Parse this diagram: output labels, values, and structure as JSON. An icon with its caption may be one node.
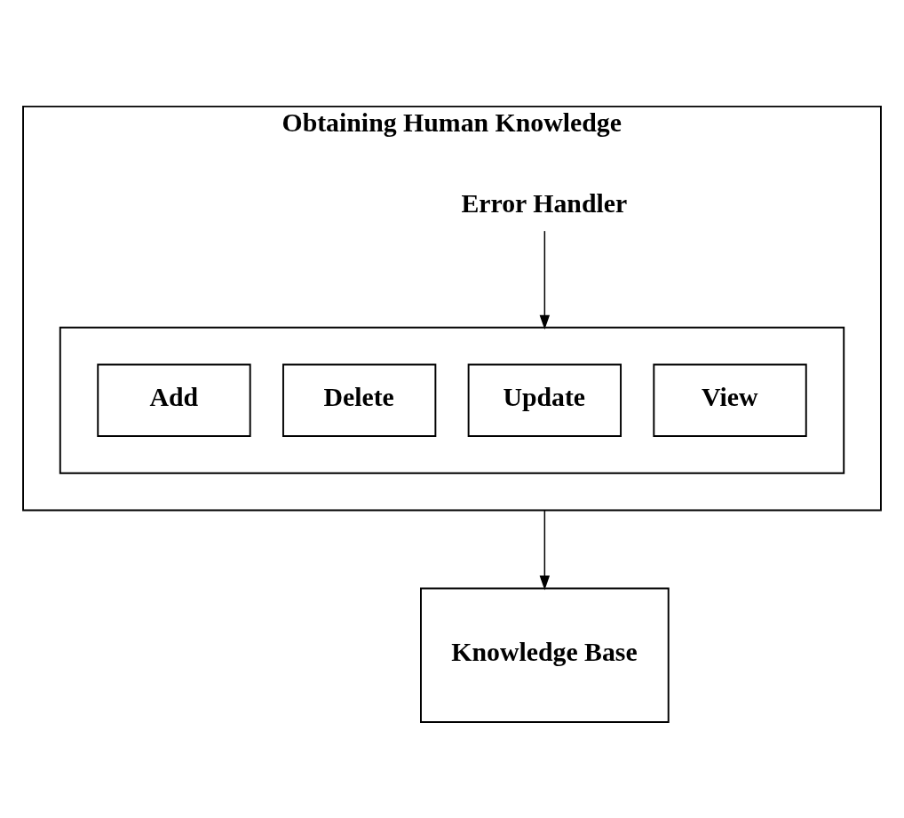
{
  "diagram": {
    "nodes": [
      {
        "text": [
          "Obtaining Human Knowledge"
        ]
      },
      {
        "text": [
          "Error Handler"
        ],
        "in": 0
      },
      {
        "text": [],
        "shape": "box",
        "in": 0
      },
      {
        "text": [
          "Add"
        ],
        "in": 2
      },
      {
        "text": [
          "Delete"
        ],
        "in": 2
      },
      {
        "text": [
          "Update"
        ],
        "in": 2
      },
      {
        "text": [
          "View"
        ],
        "in": 2
      },
      {
        "text": [
          "Knowledge Base"
        ]
      }
    ],
    "edges": [
      {
        "from": 1,
        "to": 2,
        "arrow": "to"
      },
      {
        "from": 0,
        "to": 7,
        "arrow": "to"
      }
    ]
  }
}
